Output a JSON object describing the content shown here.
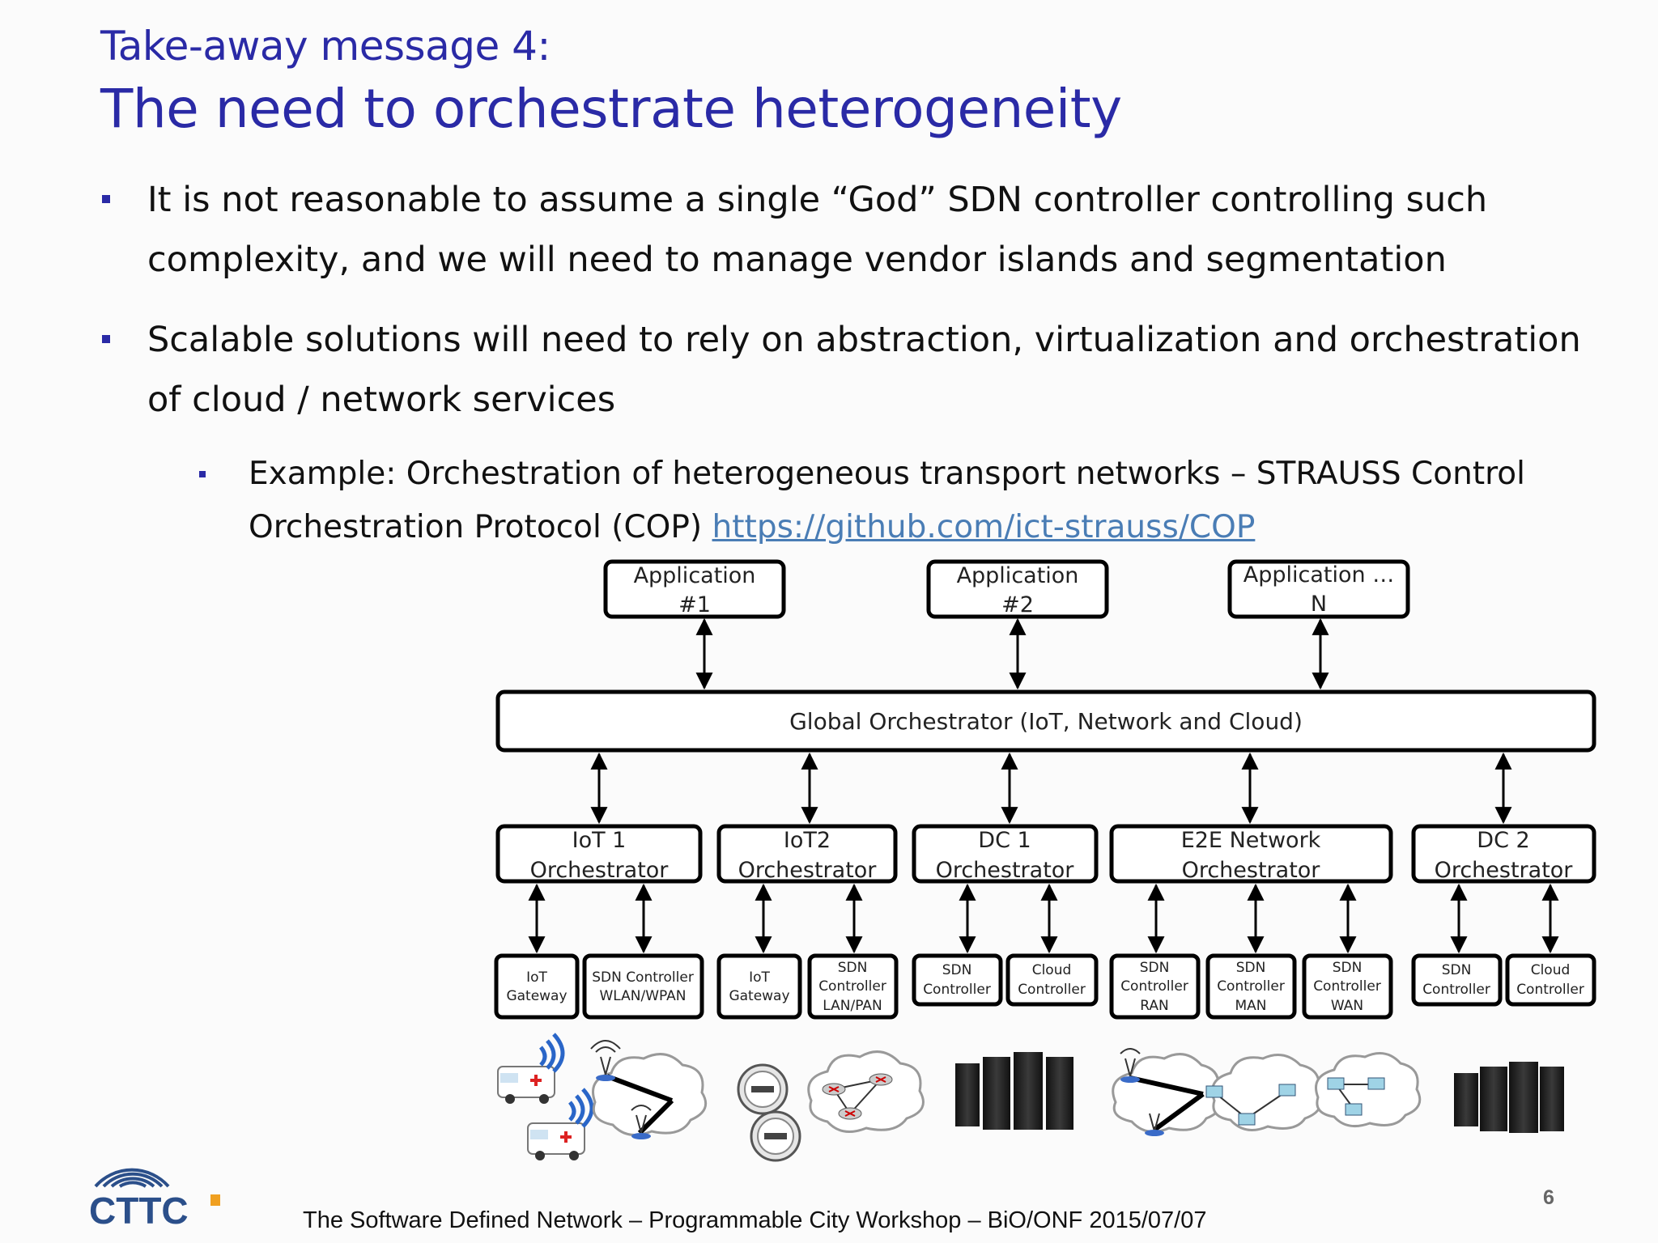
{
  "title": {
    "kicker": "Take-away message 4:",
    "main": "The need to orchestrate heterogeneity"
  },
  "bullets": [
    {
      "line1": "It is not reasonable to assume a single “God” SDN controller controlling such",
      "line2": "complexity, and we will need to manage vendor islands and segmentation"
    },
    {
      "line1": "Scalable solutions will need to rely on abstraction, virtualization and orchestration",
      "line2": "of cloud / network services"
    }
  ],
  "sub_bullet": {
    "line1": "Example: Orchestration of heterogeneous transport networks – STRAUSS Control",
    "line2": "Orchestration Protocol (COP)",
    "link": "https://github.com/ict-strauss/COP"
  },
  "diagram": {
    "apps": [
      {
        "line1": "Application",
        "line2": "#1"
      },
      {
        "line1": "Application",
        "line2": "#2"
      },
      {
        "line1": "Application …",
        "line2": "N"
      }
    ],
    "global": "Global Orchestrator (IoT, Network and Cloud)",
    "orchestrators": [
      {
        "line1": "IoT 1",
        "line2": "Orchestrator"
      },
      {
        "line1": "IoT2",
        "line2": "Orchestrator"
      },
      {
        "line1": "DC 1",
        "line2": "Orchestrator"
      },
      {
        "line1": "E2E Network",
        "line2": "Orchestrator"
      },
      {
        "line1": "DC 2",
        "line2": "Orchestrator"
      }
    ],
    "controllers": [
      {
        "l1": "IoT",
        "l2": "Gateway"
      },
      {
        "l1": "SDN Controller",
        "l2": "WLAN/WPAN"
      },
      {
        "l1": "IoT",
        "l2": "Gateway"
      },
      {
        "l1": "SDN",
        "l2": "Controller",
        "l3": "LAN/PAN"
      },
      {
        "l1": "SDN",
        "l2": "Controller"
      },
      {
        "l1": "Cloud",
        "l2": "Controller"
      },
      {
        "l1": "SDN",
        "l2": "Controller",
        "l3": "RAN"
      },
      {
        "l1": "SDN",
        "l2": "Controller",
        "l3": "MAN"
      },
      {
        "l1": "SDN",
        "l2": "Controller",
        "l3": "WAN"
      },
      {
        "l1": "SDN",
        "l2": "Controller"
      },
      {
        "l1": "Cloud",
        "l2": "Controller"
      }
    ]
  },
  "footer": "The Software Defined Network – Programmable City Workshop – BiO/ONF 2015/07/07",
  "page_number": "6",
  "colors": {
    "title": "#2a2aa6",
    "bullet_marker": "#2a2aa6",
    "link": "#4a7db5",
    "logo": "#2b4f8a"
  },
  "icons": [
    "ambulance-icon",
    "wireless-cloud-icon",
    "smart-meter-icon",
    "router-cloud-icon",
    "server-rack-icon",
    "switch-cloud-icon"
  ]
}
